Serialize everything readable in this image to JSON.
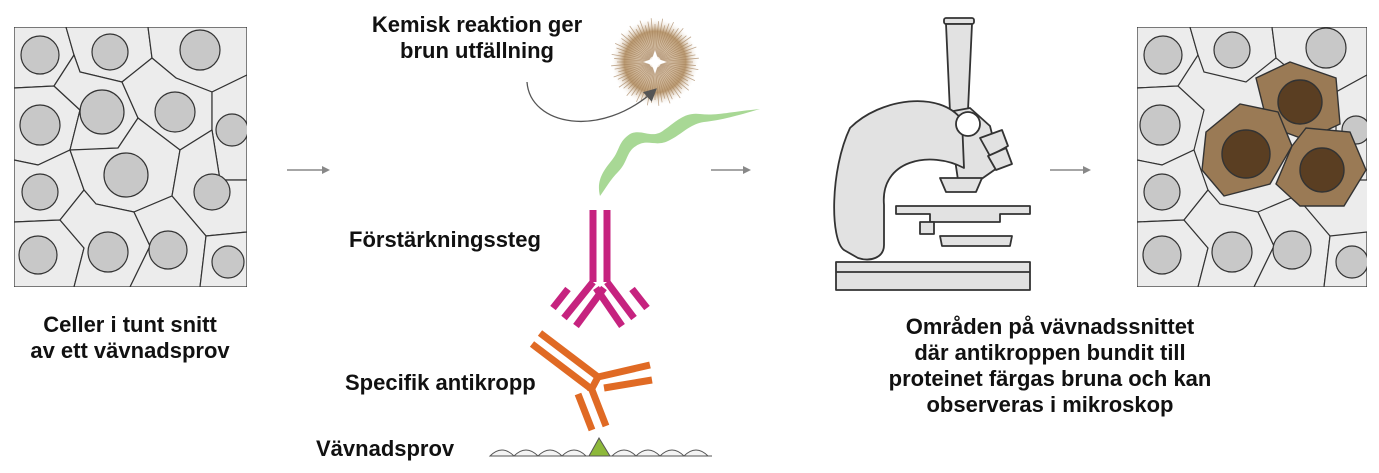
{
  "labels": {
    "cells_caption_line1": "Celler i tunt snitt",
    "cells_caption_line2": "av ett vävnadsprov",
    "reaction_line1": "Kemisk reaktion ger",
    "reaction_line2": "brun utfällning",
    "amplification": "Förstärkningssteg",
    "specific_antibody": "Specifik antikropp",
    "tissue_sample": "Vävnadsprov",
    "result_line1": "Områden på vävnadssnittet",
    "result_line2": "där antikroppen bundit till",
    "result_line3": "proteinet färgas bruna och kan",
    "result_line4": "observeras i mikroskop"
  },
  "colors": {
    "cell_fill": "#ececec",
    "nucleus_fill": "#c8c8c8",
    "outline": "#333333",
    "secondary_antibody": "#c6237f",
    "primary_antibody": "#e06a24",
    "antigen": "#8db83a",
    "ribbon": "#9fd48a",
    "stain_cell": "#9a7a55",
    "stain_nucleus": "#5a3e22",
    "arrow": "#888888",
    "microscope": "#e2e2e2"
  }
}
